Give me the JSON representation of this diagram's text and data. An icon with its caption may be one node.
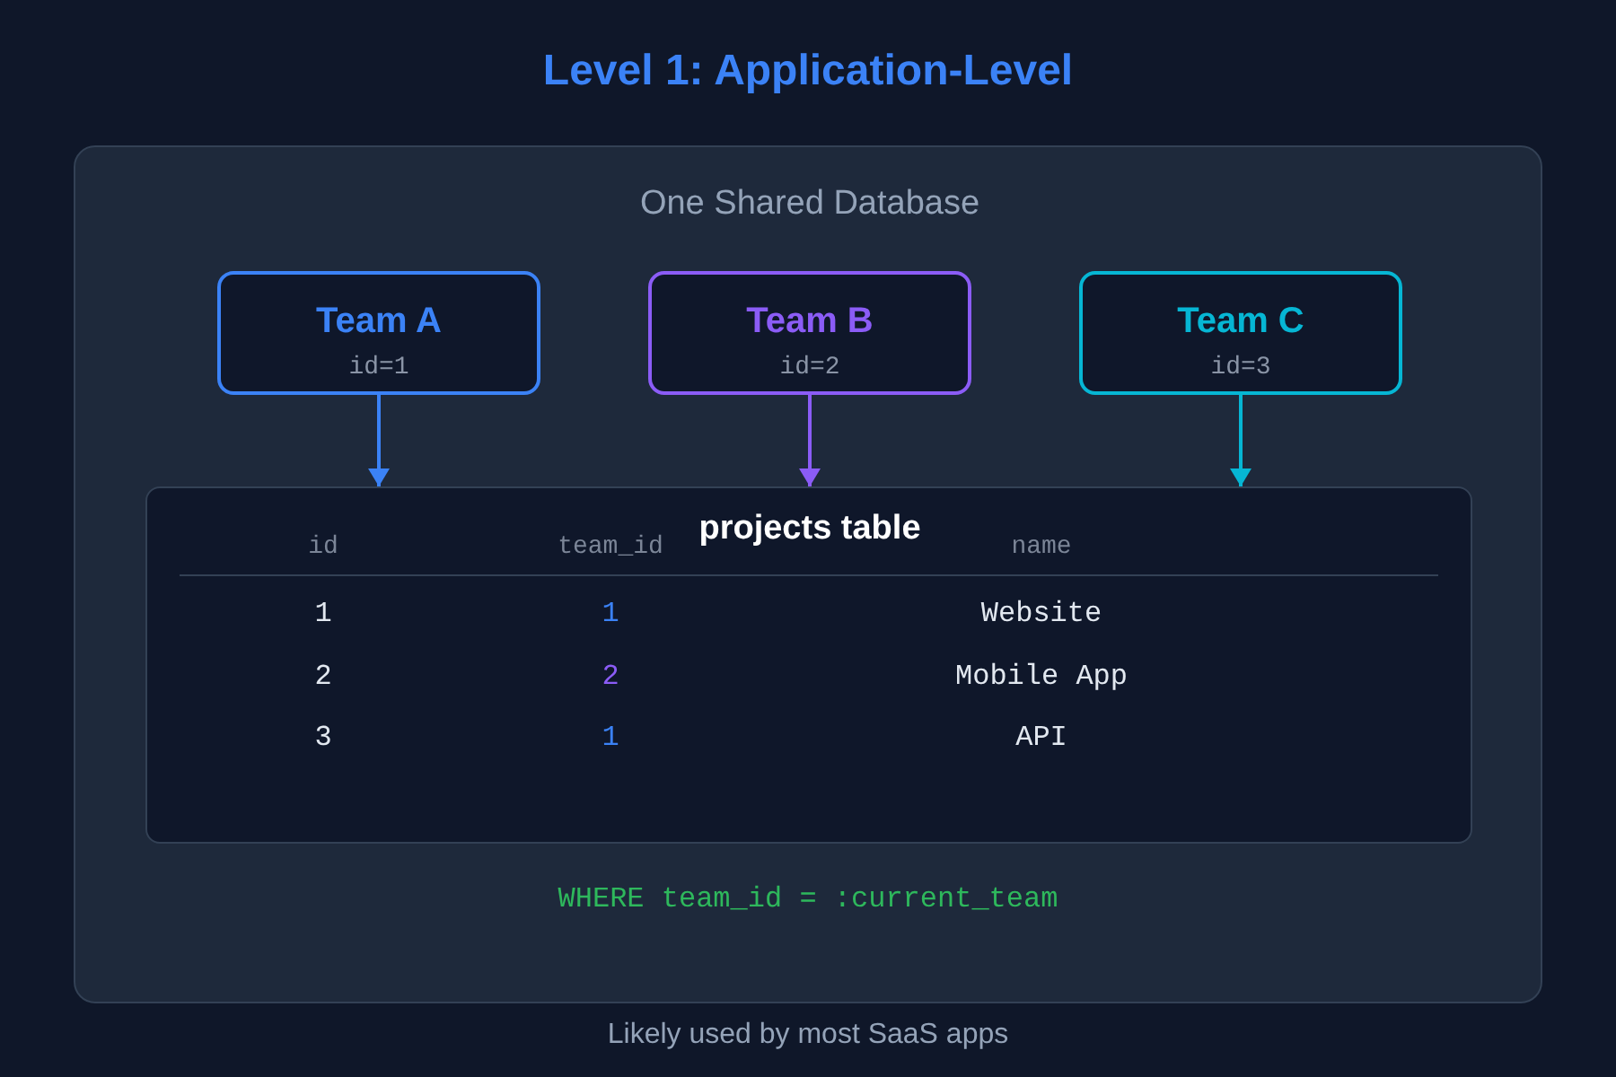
{
  "diagram": {
    "title": "Level 1: Application-Level",
    "nodes": [
      {
        "text": [
          "One Shared Database"
        ]
      },
      {
        "text": [
          "Team A",
          "id=1"
        ],
        "in": 0
      },
      {
        "text": [
          "Team B",
          "id=2"
        ],
        "in": 0
      },
      {
        "text": [
          "Team C",
          "id=3"
        ],
        "in": 0
      },
      {
        "text": [
          "projects table",
          "id",
          "team_id",
          "name",
          "1",
          "1",
          "Website",
          "2",
          "2",
          "Mobile App",
          "3",
          "1",
          "API"
        ],
        "in": 0
      }
    ],
    "edges": [
      {
        "from": 1,
        "to": 4,
        "arrow": "to",
        "color": "#3b82f6"
      },
      {
        "from": 2,
        "to": 4,
        "arrow": "to",
        "color": "#8b5cf6"
      },
      {
        "from": 3,
        "to": 4,
        "arrow": "to",
        "color": "#06b6d4"
      }
    ],
    "labels": [
      "WHERE team_id = :current_team"
    ],
    "caption": "Likely used by most SaaS apps"
  }
}
